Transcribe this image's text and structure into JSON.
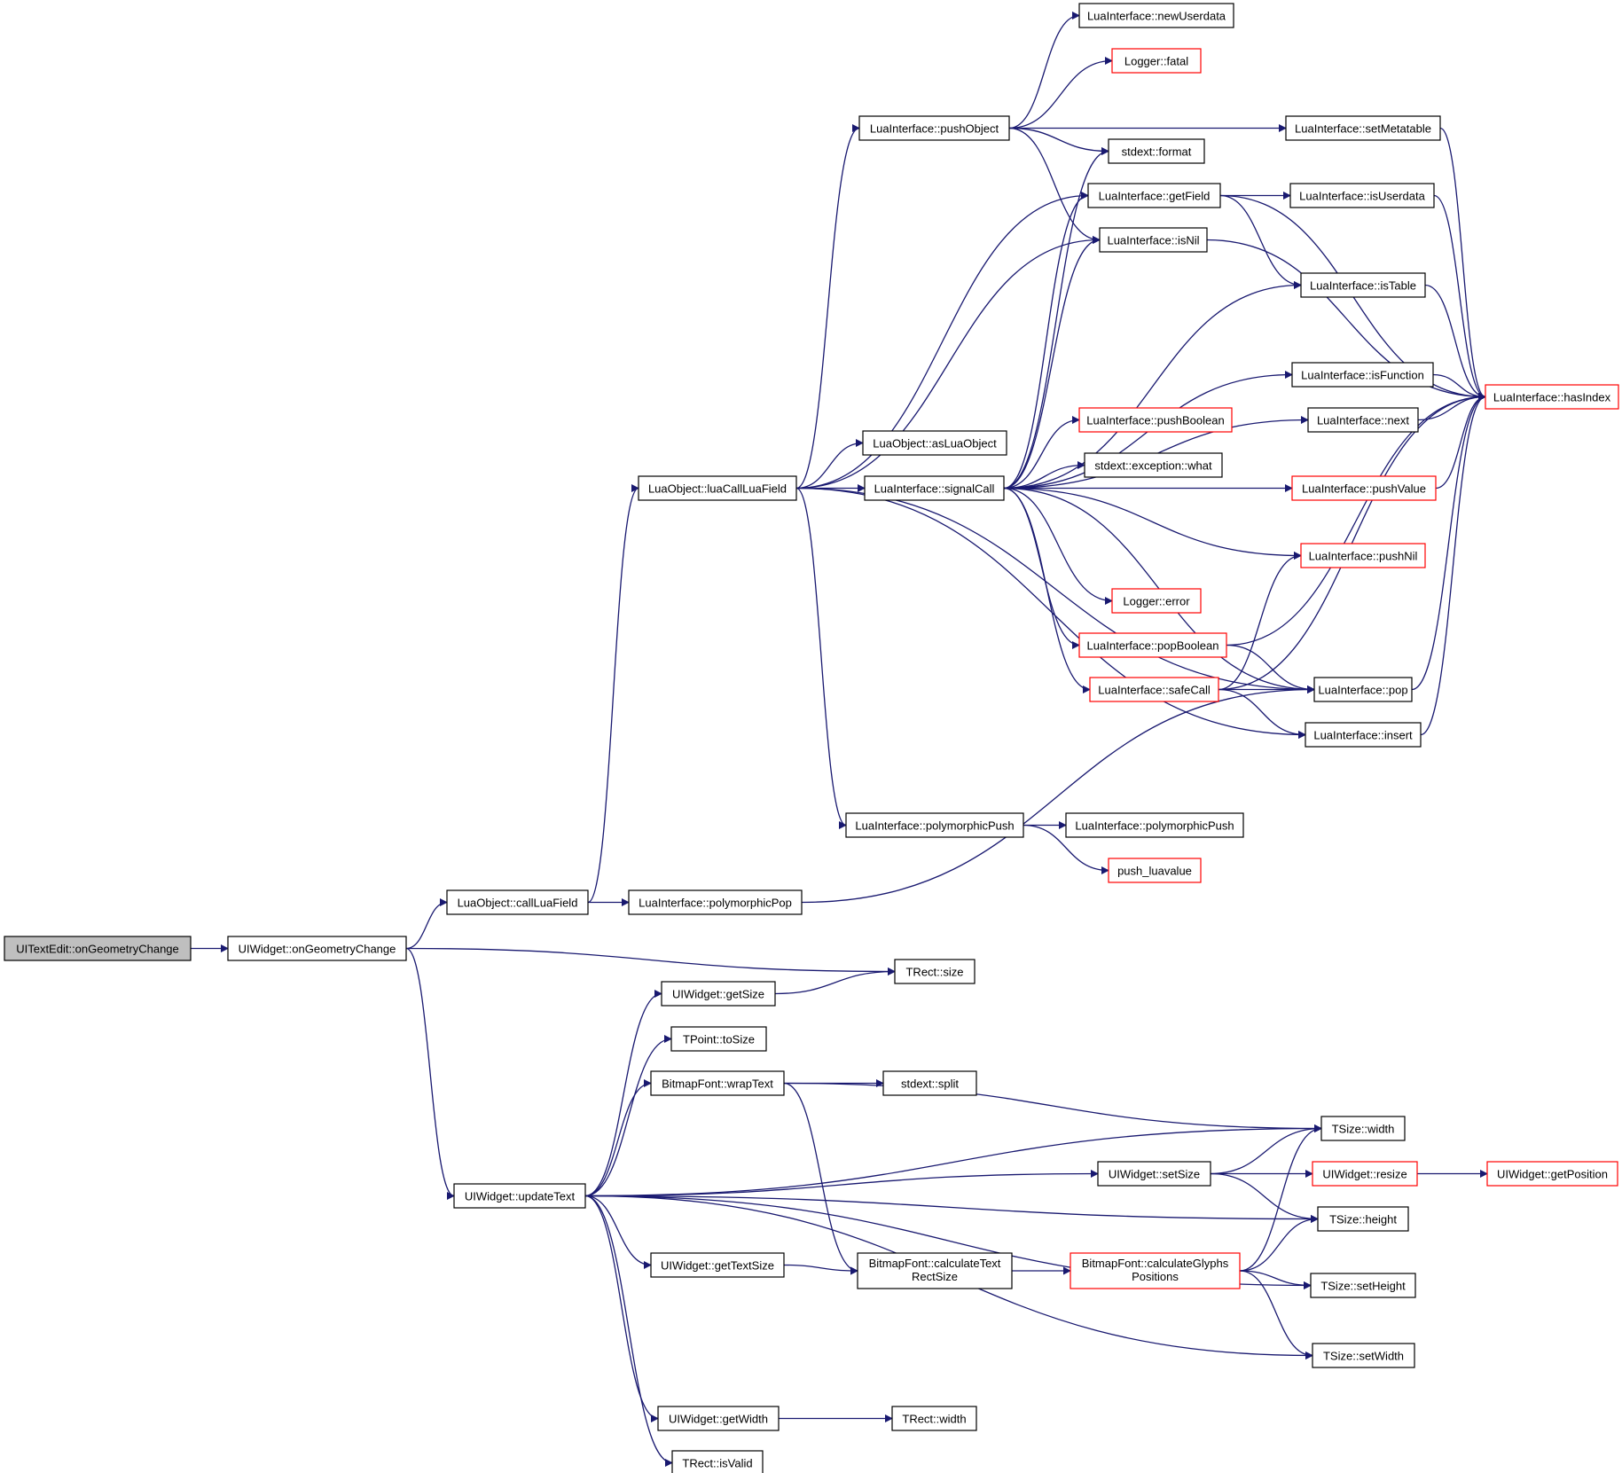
{
  "diagram": {
    "type": "call-graph",
    "colors": {
      "edge": "#191970",
      "node_border": "#000000",
      "truncated_border": "#ff0000",
      "root_fill": "#bfbfbf"
    },
    "nodes": [
      {
        "id": "root",
        "label": "UITextEdit::onGeometryChange",
        "root": true
      },
      {
        "id": "uiw_ogc",
        "label": "UIWidget::onGeometryChange"
      },
      {
        "id": "callLuaField",
        "label": "LuaObject::callLuaField"
      },
      {
        "id": "polyPop",
        "label": "LuaInterface::polymorphicPop"
      },
      {
        "id": "luaCallLuaField",
        "label": "LuaObject::luaCallLuaField"
      },
      {
        "id": "asLuaObject",
        "label": "LuaObject::asLuaObject"
      },
      {
        "id": "signalCall",
        "label": "LuaInterface::signalCall"
      },
      {
        "id": "pushObject",
        "label": "LuaInterface::pushObject"
      },
      {
        "id": "newUserdata",
        "label": "LuaInterface::newUserdata"
      },
      {
        "id": "fatal",
        "label": "Logger::fatal",
        "truncated": true
      },
      {
        "id": "format",
        "label": "stdext::format"
      },
      {
        "id": "setMetatable",
        "label": "LuaInterface::setMetatable"
      },
      {
        "id": "getField",
        "label": "LuaInterface::getField"
      },
      {
        "id": "isUserdata",
        "label": "LuaInterface::isUserdata"
      },
      {
        "id": "isNil",
        "label": "LuaInterface::isNil"
      },
      {
        "id": "isTable",
        "label": "LuaInterface::isTable"
      },
      {
        "id": "isFunction",
        "label": "LuaInterface::isFunction"
      },
      {
        "id": "hasIndex",
        "label": "LuaInterface::hasIndex",
        "truncated": true
      },
      {
        "id": "next",
        "label": "LuaInterface::next"
      },
      {
        "id": "pushBoolean",
        "label": "LuaInterface::pushBoolean",
        "truncated": true
      },
      {
        "id": "what",
        "label": "stdext::exception::what"
      },
      {
        "id": "pushValue",
        "label": "LuaInterface::pushValue",
        "truncated": true
      },
      {
        "id": "pushNil",
        "label": "LuaInterface::pushNil",
        "truncated": true
      },
      {
        "id": "error",
        "label": "Logger::error",
        "truncated": true
      },
      {
        "id": "popBoolean",
        "label": "LuaInterface::popBoolean",
        "truncated": true
      },
      {
        "id": "safeCall",
        "label": "LuaInterface::safeCall",
        "truncated": true
      },
      {
        "id": "pop",
        "label": "LuaInterface::pop"
      },
      {
        "id": "insert",
        "label": "LuaInterface::insert"
      },
      {
        "id": "polyPush",
        "label": "LuaInterface::polymorphicPush"
      },
      {
        "id": "polyPush2",
        "label": "LuaInterface::polymorphicPush"
      },
      {
        "id": "push_luavalue",
        "label": "push_luavalue",
        "truncated": true
      },
      {
        "id": "trect_size",
        "label": "TRect::size"
      },
      {
        "id": "getSize",
        "label": "UIWidget::getSize"
      },
      {
        "id": "toSize",
        "label": "TPoint::toSize"
      },
      {
        "id": "wrapText",
        "label": "BitmapFont::wrapText"
      },
      {
        "id": "split",
        "label": "stdext::split"
      },
      {
        "id": "tsize_width",
        "label": "TSize::width"
      },
      {
        "id": "updateText",
        "label": "UIWidget::updateText"
      },
      {
        "id": "setSize",
        "label": "UIWidget::setSize"
      },
      {
        "id": "resize",
        "label": "UIWidget::resize",
        "truncated": true
      },
      {
        "id": "getPosition",
        "label": "UIWidget::getPosition",
        "truncated": true
      },
      {
        "id": "tsize_height",
        "label": "TSize::height"
      },
      {
        "id": "getTextSize",
        "label": "UIWidget::getTextSize"
      },
      {
        "id": "calcTextRect",
        "label": "BitmapFont::calculateText\nRectSize"
      },
      {
        "id": "calcGlyphs",
        "label": "BitmapFont::calculateGlyphs\nPositions",
        "truncated": true
      },
      {
        "id": "setHeight",
        "label": "TSize::setHeight"
      },
      {
        "id": "setWidth",
        "label": "TSize::setWidth"
      },
      {
        "id": "getWidth",
        "label": "UIWidget::getWidth"
      },
      {
        "id": "trect_width",
        "label": "TRect::width"
      },
      {
        "id": "isValid",
        "label": "TRect::isValid"
      }
    ],
    "edges": [
      [
        "root",
        "uiw_ogc"
      ],
      [
        "uiw_ogc",
        "callLuaField"
      ],
      [
        "uiw_ogc",
        "trect_size"
      ],
      [
        "uiw_ogc",
        "updateText"
      ],
      [
        "callLuaField",
        "luaCallLuaField"
      ],
      [
        "callLuaField",
        "polyPop"
      ],
      [
        "polyPop",
        "pop"
      ],
      [
        "luaCallLuaField",
        "pushObject"
      ],
      [
        "luaCallLuaField",
        "getField"
      ],
      [
        "luaCallLuaField",
        "isNil"
      ],
      [
        "luaCallLuaField",
        "asLuaObject"
      ],
      [
        "luaCallLuaField",
        "signalCall"
      ],
      [
        "luaCallLuaField",
        "pop"
      ],
      [
        "luaCallLuaField",
        "polyPush"
      ],
      [
        "luaCallLuaField",
        "insert"
      ],
      [
        "pushObject",
        "newUserdata"
      ],
      [
        "pushObject",
        "fatal"
      ],
      [
        "pushObject",
        "setMetatable"
      ],
      [
        "pushObject",
        "format"
      ],
      [
        "pushObject",
        "isNil"
      ],
      [
        "getField",
        "isUserdata"
      ],
      [
        "getField",
        "isTable"
      ],
      [
        "getField",
        "hasIndex"
      ],
      [
        "isNil",
        "hasIndex"
      ],
      [
        "isUserdata",
        "hasIndex"
      ],
      [
        "isTable",
        "hasIndex"
      ],
      [
        "isFunction",
        "hasIndex"
      ],
      [
        "next",
        "hasIndex"
      ],
      [
        "pushValue",
        "hasIndex"
      ],
      [
        "setMetatable",
        "hasIndex"
      ],
      [
        "popBoolean",
        "hasIndex"
      ],
      [
        "pop",
        "hasIndex"
      ],
      [
        "insert",
        "hasIndex"
      ],
      [
        "safeCall",
        "hasIndex"
      ],
      [
        "signalCall",
        "format"
      ],
      [
        "signalCall",
        "getField"
      ],
      [
        "signalCall",
        "isNil"
      ],
      [
        "signalCall",
        "isTable"
      ],
      [
        "signalCall",
        "isFunction"
      ],
      [
        "signalCall",
        "next"
      ],
      [
        "signalCall",
        "pushBoolean"
      ],
      [
        "signalCall",
        "what"
      ],
      [
        "signalCall",
        "pushValue"
      ],
      [
        "signalCall",
        "pushNil"
      ],
      [
        "signalCall",
        "error"
      ],
      [
        "signalCall",
        "popBoolean"
      ],
      [
        "signalCall",
        "safeCall"
      ],
      [
        "signalCall",
        "pop"
      ],
      [
        "popBoolean",
        "pop"
      ],
      [
        "safeCall",
        "pop"
      ],
      [
        "safeCall",
        "insert"
      ],
      [
        "safeCall",
        "pushNil"
      ],
      [
        "polyPush",
        "polyPush2"
      ],
      [
        "polyPush",
        "push_luavalue"
      ],
      [
        "updateText",
        "getSize"
      ],
      [
        "updateText",
        "toSize"
      ],
      [
        "updateText",
        "wrapText"
      ],
      [
        "updateText",
        "tsize_width"
      ],
      [
        "updateText",
        "setSize"
      ],
      [
        "updateText",
        "tsize_height"
      ],
      [
        "updateText",
        "getTextSize"
      ],
      [
        "updateText",
        "setHeight"
      ],
      [
        "updateText",
        "setWidth"
      ],
      [
        "updateText",
        "getWidth"
      ],
      [
        "updateText",
        "isValid"
      ],
      [
        "getSize",
        "trect_size"
      ],
      [
        "wrapText",
        "split"
      ],
      [
        "wrapText",
        "tsize_width"
      ],
      [
        "wrapText",
        "calcTextRect"
      ],
      [
        "setSize",
        "tsize_width"
      ],
      [
        "setSize",
        "resize"
      ],
      [
        "setSize",
        "tsize_height"
      ],
      [
        "resize",
        "getPosition"
      ],
      [
        "getTextSize",
        "calcTextRect"
      ],
      [
        "calcTextRect",
        "calcGlyphs"
      ],
      [
        "calcGlyphs",
        "tsize_width"
      ],
      [
        "calcGlyphs",
        "tsize_height"
      ],
      [
        "calcGlyphs",
        "setHeight"
      ],
      [
        "calcGlyphs",
        "setWidth"
      ],
      [
        "getWidth",
        "trect_width"
      ]
    ]
  }
}
